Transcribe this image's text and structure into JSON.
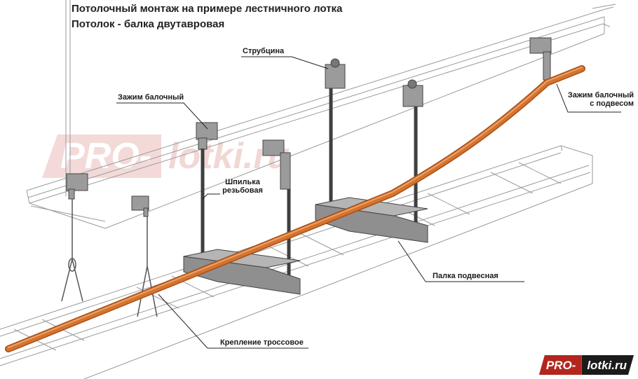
{
  "title": {
    "line1": "Потолочный монтаж на примере лестничного лотка",
    "line2": "Потолок - балка двутавровая"
  },
  "labels": {
    "strubtsina": "Струбцина",
    "zazhim_balochny": "Зажим балочный",
    "shpilka_line1": "Шпилька",
    "shpilka_line2": "резьбовая",
    "zazhim_podves_line1": "Зажим балочный",
    "zazhim_podves_line2": "с подвесом",
    "palka": "Палка подвесная",
    "kreplenie": "Крепление троссовое"
  },
  "logo": {
    "part1": "PRO-",
    "part2": "lotki.ru"
  },
  "watermark": {
    "part1": "PRO-",
    "part2": "lotki.ru"
  },
  "colors": {
    "pipe": "#c9631e",
    "pipe_highlight": "#e8965a",
    "metal": "#8d8d8d",
    "metal_dark": "#555555",
    "outline": "#9a9a9a",
    "logo_red": "#b3261e"
  }
}
